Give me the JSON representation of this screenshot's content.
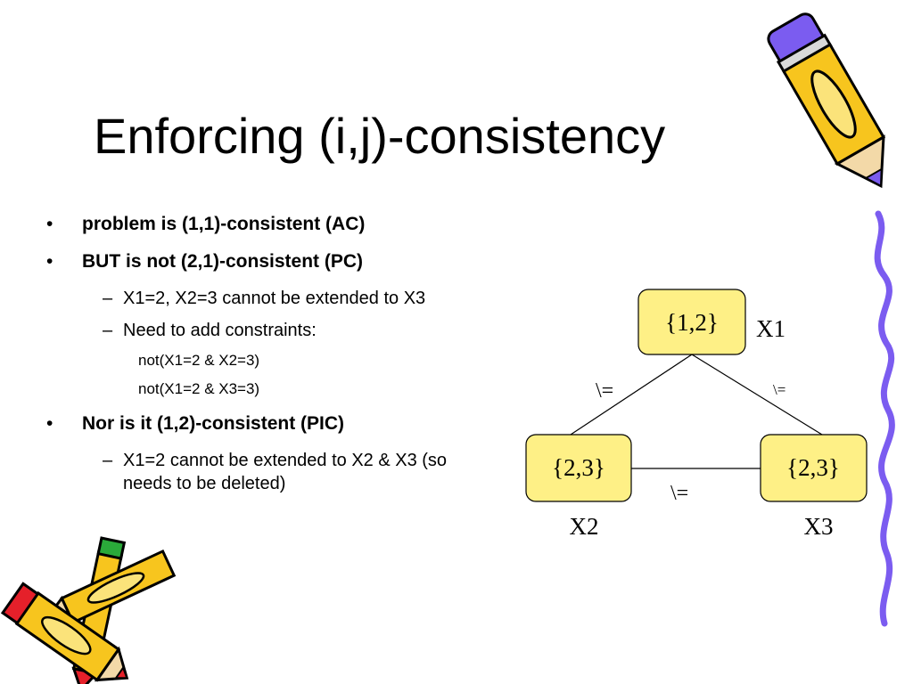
{
  "slide": {
    "title": "Enforcing (i,j)-consistency",
    "bullets": [
      {
        "marker": "•",
        "text": "problem is (1,1)-consistent (AC)"
      },
      {
        "marker": "•",
        "text": "BUT is not (2,1)-consistent (PC)"
      },
      {
        "marker": "–",
        "text": "X1=2, X2=3 cannot be extended to X3"
      },
      {
        "marker": "–",
        "text": "Need to add constraints:"
      },
      {
        "text": "not(X1=2 & X2=3)"
      },
      {
        "text": "not(X1=2 & X3=3)"
      },
      {
        "marker": "•",
        "text": "Nor is it (1,2)-consistent (PIC)"
      },
      {
        "marker": "–",
        "text": "X1=2 cannot be extended to X2 & X3 (so needs to be deleted)"
      }
    ]
  },
  "diagram": {
    "nodes": [
      {
        "domain": "{1,2}",
        "variable": "X1"
      },
      {
        "domain": "{2,3}",
        "variable": "X2"
      },
      {
        "domain": "{2,3}",
        "variable": "X3"
      }
    ],
    "edges": [
      {
        "label": "\\="
      },
      {
        "label": "\\="
      },
      {
        "label": "\\="
      }
    ]
  },
  "colors": {
    "node_fill": "#fef086",
    "pencil_yellow": "#f7c51e",
    "pencil_purple": "#7b5cf0",
    "pencil_red": "#e5202a",
    "pencil_green": "#2aaa3a"
  },
  "icons": [
    "pencil-icon",
    "crayons-icon"
  ]
}
